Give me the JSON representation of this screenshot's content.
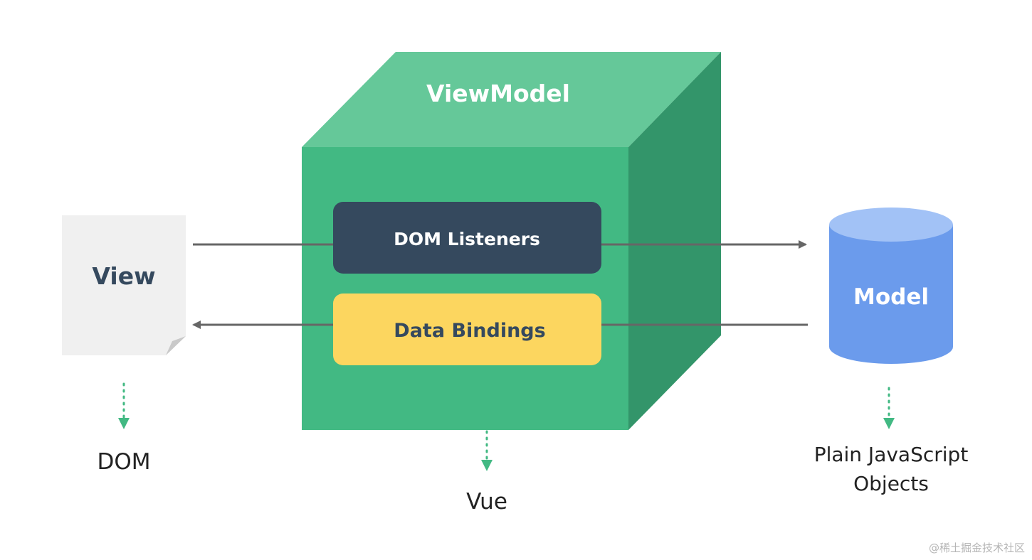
{
  "view": {
    "label": "View",
    "output_label": "DOM"
  },
  "viewmodel": {
    "label": "ViewModel",
    "dom_listeners_label": "DOM Listeners",
    "data_bindings_label": "Data Bindings",
    "output_label": "Vue"
  },
  "model": {
    "label": "Model",
    "output_label_line1": "Plain JavaScript",
    "output_label_line2": "Objects"
  },
  "watermark": "@稀土掘金技术社区",
  "colors": {
    "cube_front": "#42b983",
    "cube_top": "#65c899",
    "cube_side": "#33956a",
    "dom_listeners_bg": "#35495e",
    "data_bindings_bg": "#fcd65f",
    "view_paper": "#f0f0f0",
    "view_fold": "#c9c9c9",
    "model_body": "#6b9bec",
    "model_top": "#a2c2f6",
    "arrow": "#666666",
    "dotted_arrow": "#42b983",
    "text_dark": "#35495e",
    "text_white": "#ffffff",
    "text_black": "#222222"
  }
}
